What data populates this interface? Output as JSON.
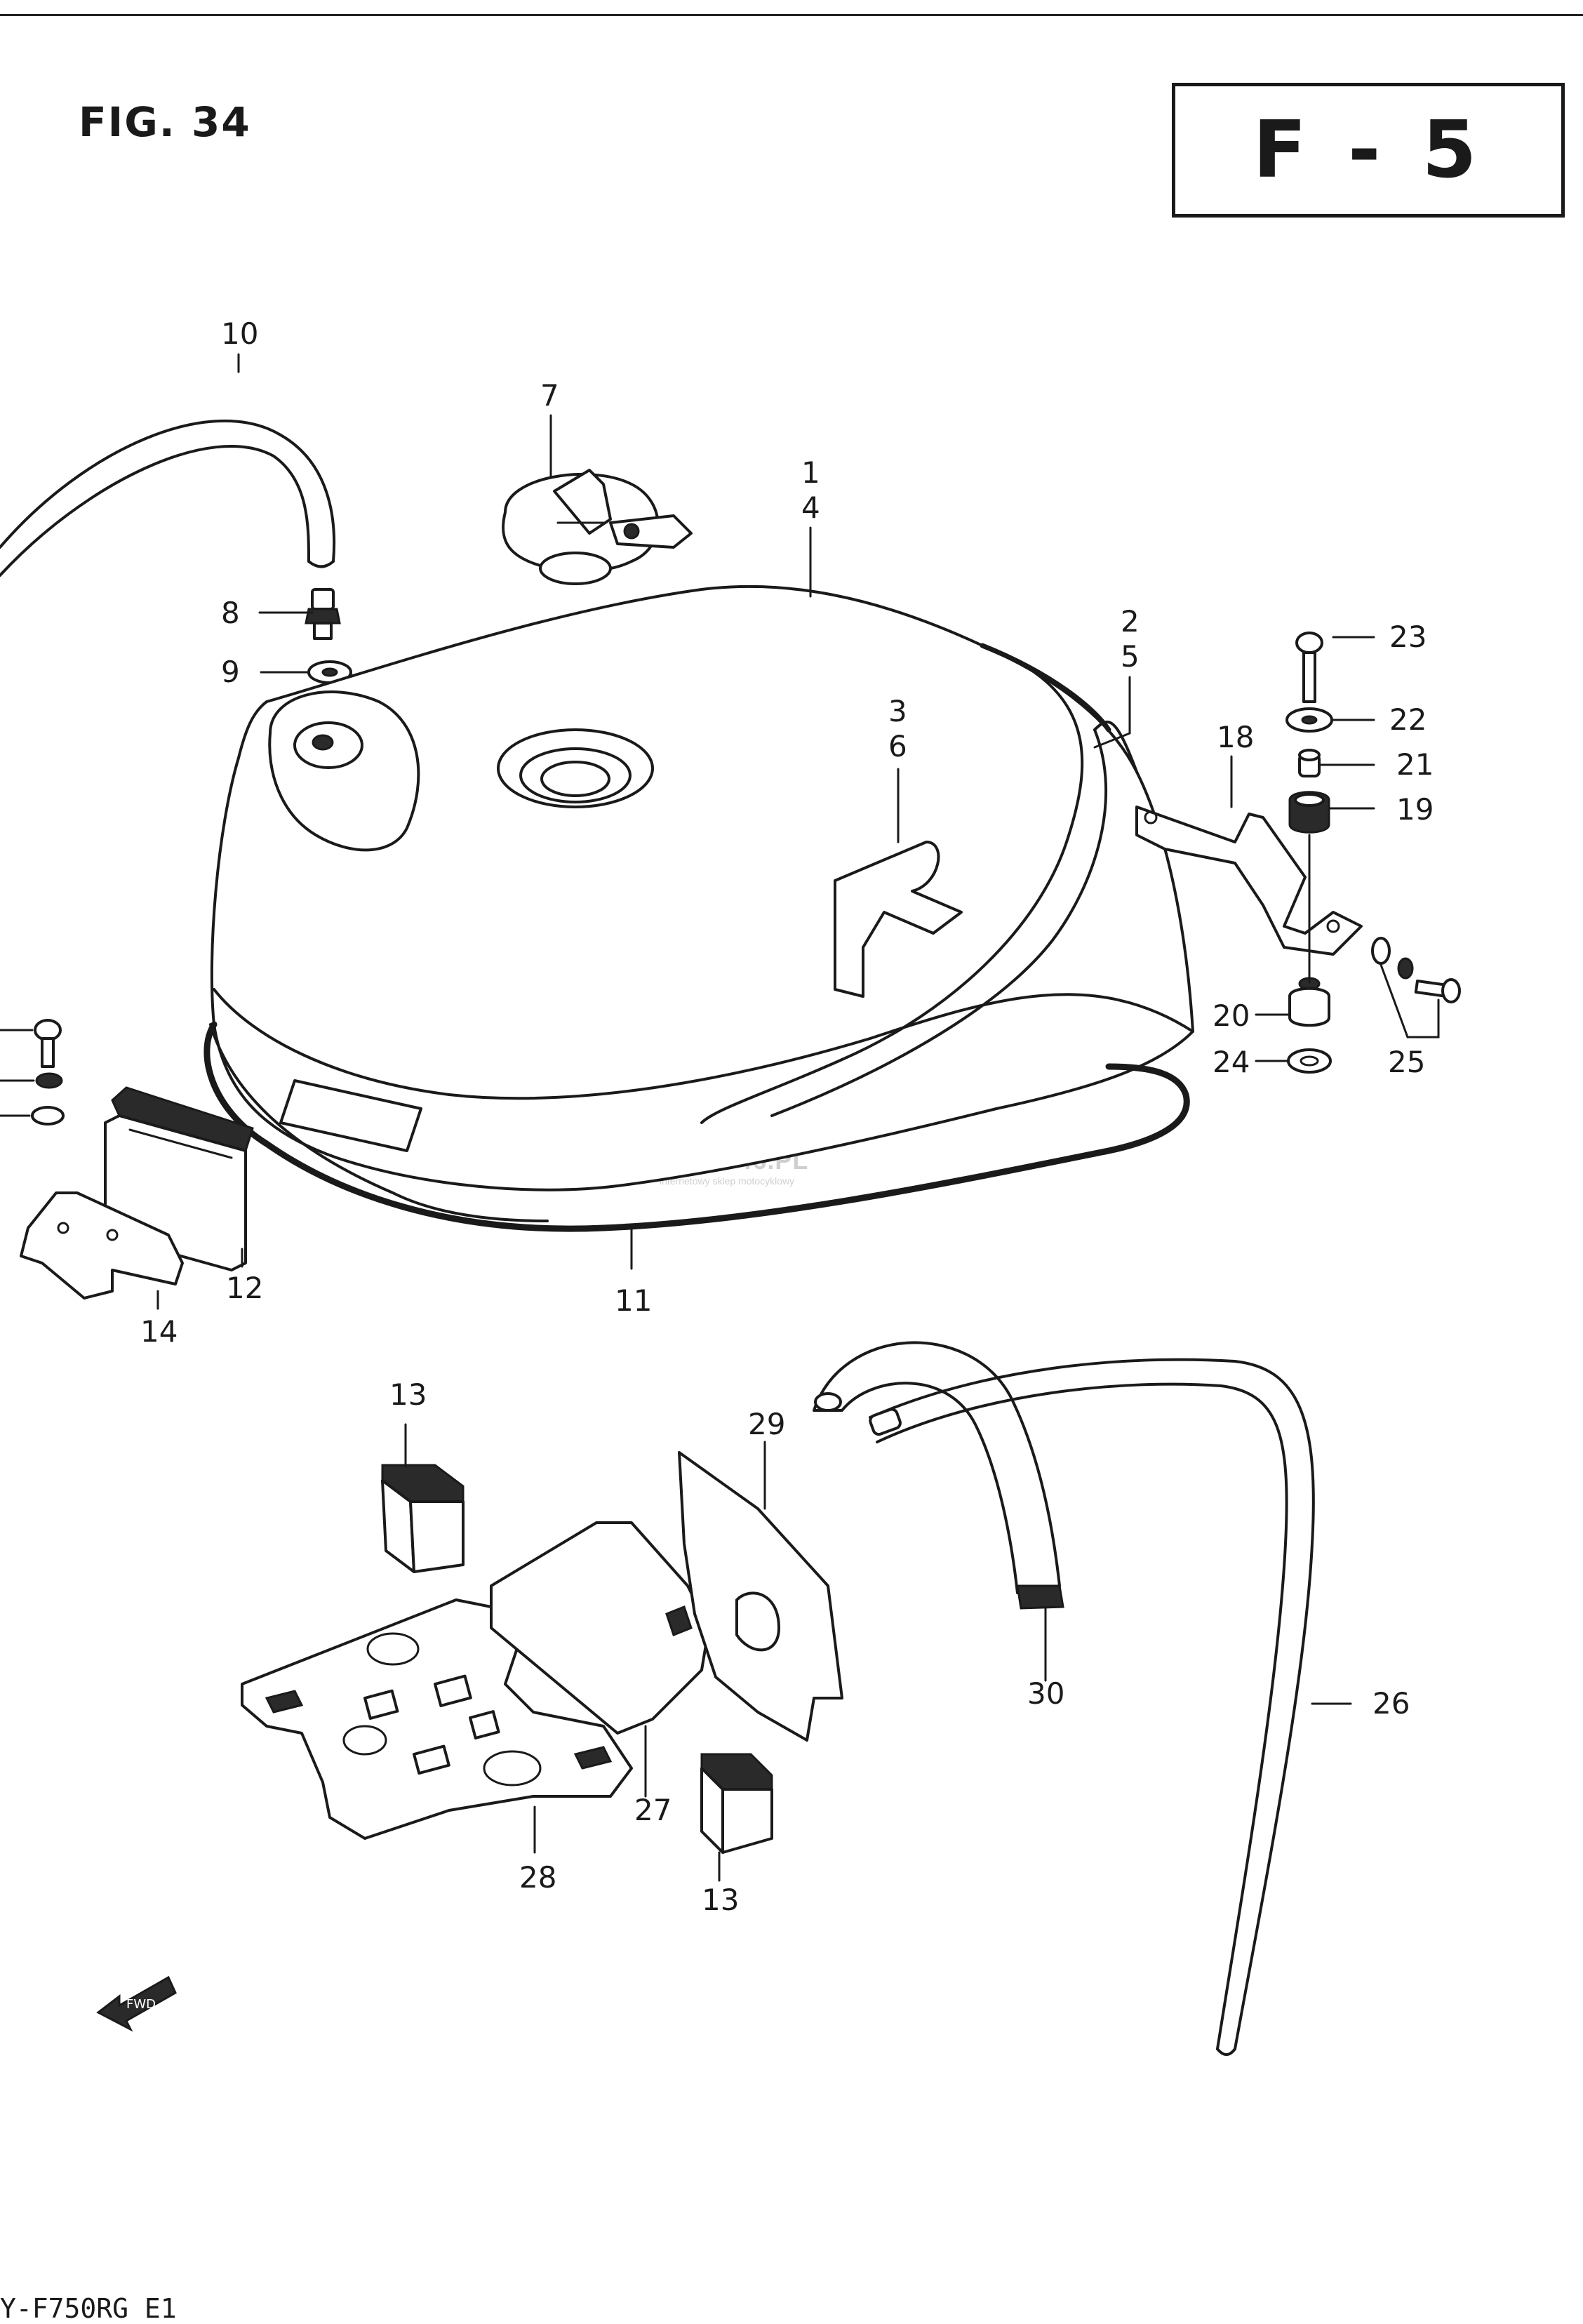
{
  "figure": {
    "title": "FIG. 34",
    "section": "F - 5",
    "model_code": "Y-F750RG E1"
  },
  "watermark": {
    "brand": "MOTO46.PL",
    "tagline": "internetowy sklep motocyklowy"
  },
  "callouts": [
    {
      "id": "c1",
      "text": "1"
    },
    {
      "id": "c4",
      "text": "4"
    },
    {
      "id": "c2",
      "text": "2"
    },
    {
      "id": "c5",
      "text": "5"
    },
    {
      "id": "c3",
      "text": "3"
    },
    {
      "id": "c6",
      "text": "6"
    },
    {
      "id": "c7",
      "text": "7"
    },
    {
      "id": "c8",
      "text": "8"
    },
    {
      "id": "c9",
      "text": "9"
    },
    {
      "id": "c10",
      "text": "10"
    },
    {
      "id": "c11",
      "text": "11"
    },
    {
      "id": "c12",
      "text": "12"
    },
    {
      "id": "c13a",
      "text": "13"
    },
    {
      "id": "c13b",
      "text": "13"
    },
    {
      "id": "c14",
      "text": "14"
    },
    {
      "id": "c18",
      "text": "18"
    },
    {
      "id": "c19",
      "text": "19"
    },
    {
      "id": "c20",
      "text": "20"
    },
    {
      "id": "c21",
      "text": "21"
    },
    {
      "id": "c22",
      "text": "22"
    },
    {
      "id": "c23",
      "text": "23"
    },
    {
      "id": "c24",
      "text": "24"
    },
    {
      "id": "c25",
      "text": "25"
    },
    {
      "id": "c26",
      "text": "26"
    },
    {
      "id": "c27",
      "text": "27"
    },
    {
      "id": "c28",
      "text": "28"
    },
    {
      "id": "c29",
      "text": "29"
    },
    {
      "id": "c30",
      "text": "30"
    }
  ],
  "fwd_label": "FWD"
}
